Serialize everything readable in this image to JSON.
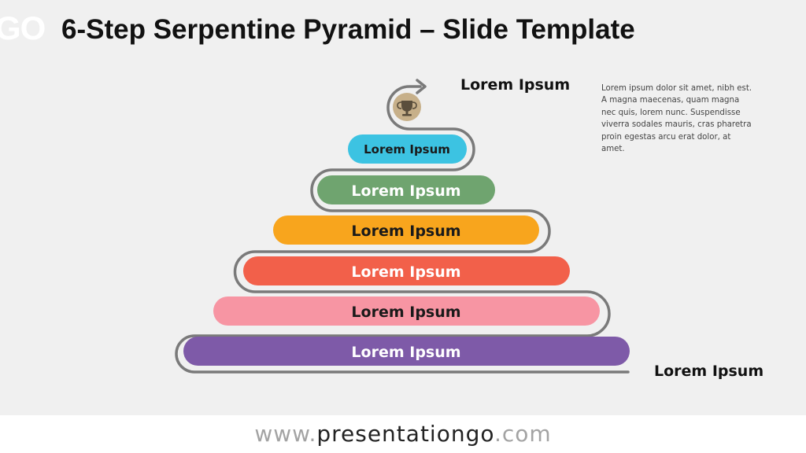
{
  "header": {
    "logo_text": "GO",
    "title": "6-Step Serpentine Pyramid – Slide Template"
  },
  "diagram": {
    "steps": [
      {
        "label": "Lorem Ipsum",
        "color": "#3cc3e2",
        "text_color": "#1a1a1a"
      },
      {
        "label": "Lorem Ipsum",
        "color": "#6fa46f",
        "text_color": "#ffffff"
      },
      {
        "label": "Lorem Ipsum",
        "color": "#f8a51d",
        "text_color": "#1a1a1a"
      },
      {
        "label": "Lorem Ipsum",
        "color": "#f2604a",
        "text_color": "#ffffff"
      },
      {
        "label": "Lorem Ipsum",
        "color": "#f795a3",
        "text_color": "#1a1a1a"
      },
      {
        "label": "Lorem Ipsum",
        "color": "#7e5aa8",
        "text_color": "#ffffff"
      }
    ],
    "path_color": "#7a7a7a",
    "trophy_color": "#c7b08a",
    "top_label": "Lorem Ipsum",
    "bottom_label": "Lorem Ipsum",
    "description": "Lorem ipsum dolor sit amet, nibh est. A magna maecenas, quam magna nec quis, lorem nunc. Suspendisse viverra sodales mauris, cras pharetra proin egestas arcu erat dolor, at amet."
  },
  "footer": {
    "prefix": "www.",
    "brand": "presentationgo",
    "suffix": ".com"
  }
}
